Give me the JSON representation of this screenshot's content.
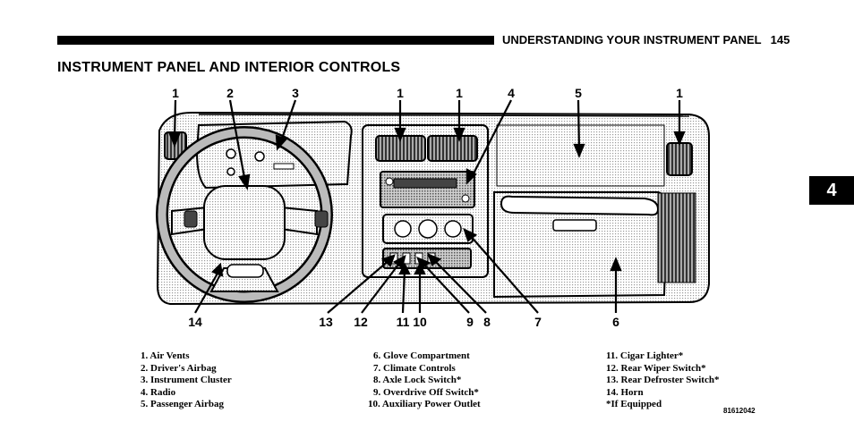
{
  "header": {
    "section": "UNDERSTANDING YOUR INSTRUMENT PANEL",
    "page": "145"
  },
  "title": "INSTRUMENT PANEL AND INTERIOR CONTROLS",
  "chapter_tab": "4",
  "callouts_top": [
    "1",
    "2",
    "3",
    "1",
    "1",
    "4",
    "5",
    "1"
  ],
  "callouts_bottom": [
    "14",
    "13",
    "12",
    "11",
    "10",
    "9",
    "8",
    "7",
    "6"
  ],
  "legend": {
    "col1": [
      "1. Air Vents",
      "2. Driver's Airbag",
      "3. Instrument Cluster",
      "4. Radio",
      "5. Passenger Airbag"
    ],
    "col2": [
      "6. Glove Compartment",
      "7. Climate Controls",
      "8. Axle Lock Switch*",
      "9. Overdrive Off Switch*",
      "10. Auxiliary Power Outlet"
    ],
    "col3": [
      "11. Cigar Lighter*",
      "12. Rear Wiper Switch*",
      "13. Rear Defroster Switch*",
      "14. Horn",
      "*If Equipped"
    ]
  },
  "figure_id": "81612042"
}
